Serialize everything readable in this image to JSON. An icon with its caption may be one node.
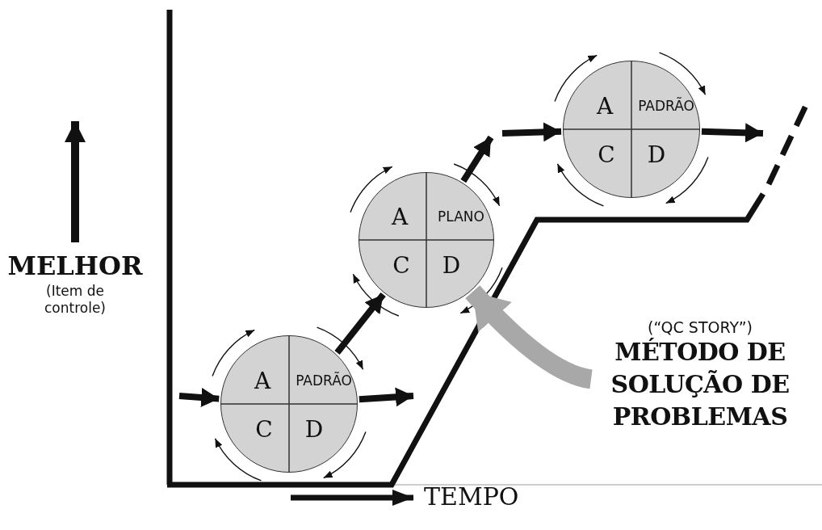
{
  "diagram": {
    "nodes": [
      {
        "text": [
          "A",
          "PADRÃO",
          "C",
          "D"
        ]
      },
      {
        "text": [
          "A",
          "PLANO",
          "C",
          "D"
        ]
      },
      {
        "text": [
          "A",
          "PADRÃO",
          "C",
          "D"
        ]
      },
      {
        "text": [
          "(“QC STORY”)",
          "MÉTODO DE SOLUÇÃO DE PROBLEMAS"
        ]
      }
    ],
    "edges": [
      {
        "from": null,
        "to": 0,
        "arrow": "to"
      },
      {
        "from": 0,
        "to": 1,
        "arrow": "to"
      },
      {
        "from": 0,
        "to": null,
        "arrow": "to"
      },
      {
        "from": 1,
        "to": null,
        "arrow": "to"
      },
      {
        "from": null,
        "to": 2,
        "arrow": "to"
      },
      {
        "from": 2,
        "to": null,
        "arrow": "to"
      },
      {
        "from": 3,
        "to": 1,
        "arrow": "to",
        "style": "thick",
        "color": "#a8a8a8"
      }
    ],
    "labels": [
      "MELHOR",
      "(Item de controle)",
      "TEMPO"
    ]
  }
}
